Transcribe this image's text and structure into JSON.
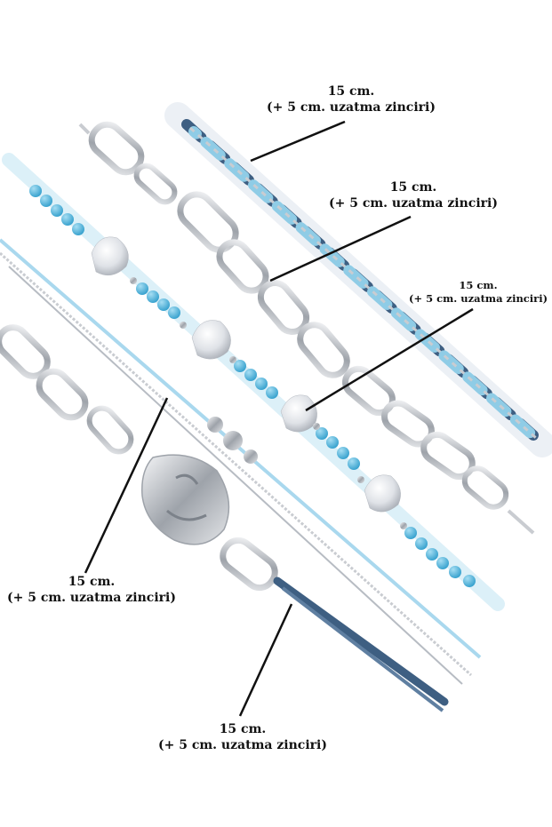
{
  "callouts": [
    {
      "length": "15 cm.",
      "extension": "(+ 5 cm. uzatma zinciri)"
    },
    {
      "length": "15 cm.",
      "extension": "(+ 5 cm. uzatma zinciri)"
    },
    {
      "length": "15 cm.",
      "extension": "(+ 5 cm. uzatma zinciri)"
    },
    {
      "length": "15 cm.",
      "extension": "(+ 5 cm. uzatma zinciri)"
    },
    {
      "length": "15 cm.",
      "extension": "(+ 5 cm. uzatma zinciri)"
    }
  ],
  "colors": {
    "background": "#ffffff",
    "navy_cord": "#3e5f82",
    "light_blue_cord": "#8fcce6",
    "turquoise_bead": "#4fb3dc",
    "pearl": "#e6e8ec",
    "silver": "#c9ccd1",
    "label_text": "#111111"
  }
}
